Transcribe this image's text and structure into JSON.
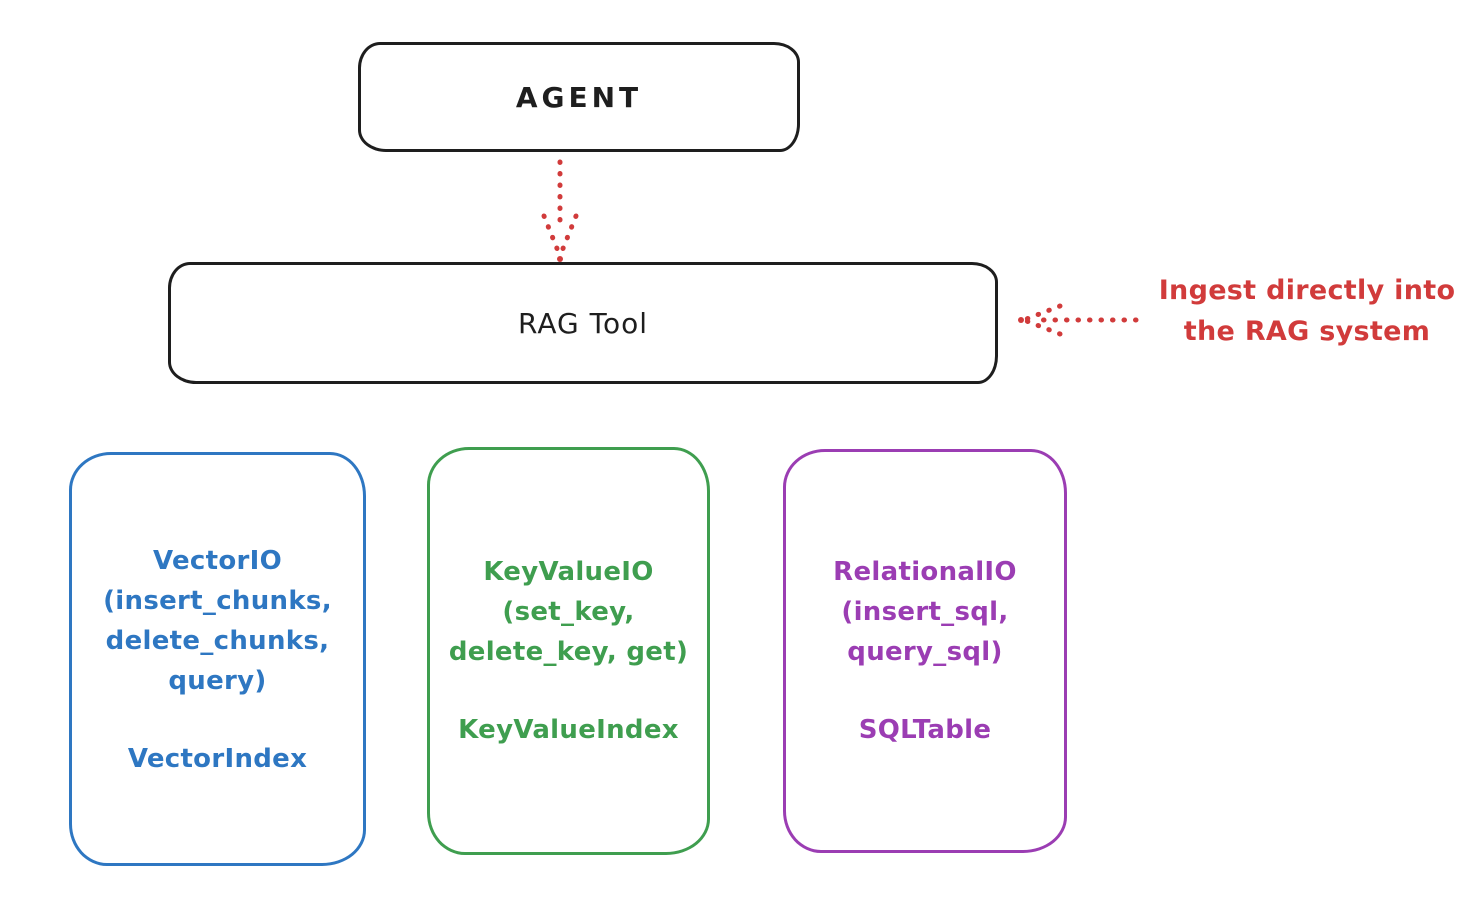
{
  "colors": {
    "stroke_black": "#1e1e1e",
    "red": "#d13b3b",
    "blue": "#2e77c2",
    "green": "#3f9e4f",
    "purple": "#9b3db3"
  },
  "agent_box": {
    "label": "AGENT"
  },
  "rag_tool_box": {
    "label": "RAG Tool"
  },
  "ingest_annotation": {
    "text": "Ingest directly into\nthe RAG system"
  },
  "io_boxes": [
    {
      "name": "vector-io",
      "signature": "VectorIO\n(insert_chunks,\ndelete_chunks,\nquery)",
      "index_label": "VectorIndex",
      "color": "#2e77c2"
    },
    {
      "name": "keyvalue-io",
      "signature": "KeyValueIO\n(set_key,\ndelete_key, get)",
      "index_label": "KeyValueIndex",
      "color": "#3f9e4f"
    },
    {
      "name": "relational-io",
      "signature": "RelationalIO\n(insert_sql,\nquery_sql)",
      "index_label": "SQLTable",
      "color": "#9b3db3"
    }
  ]
}
